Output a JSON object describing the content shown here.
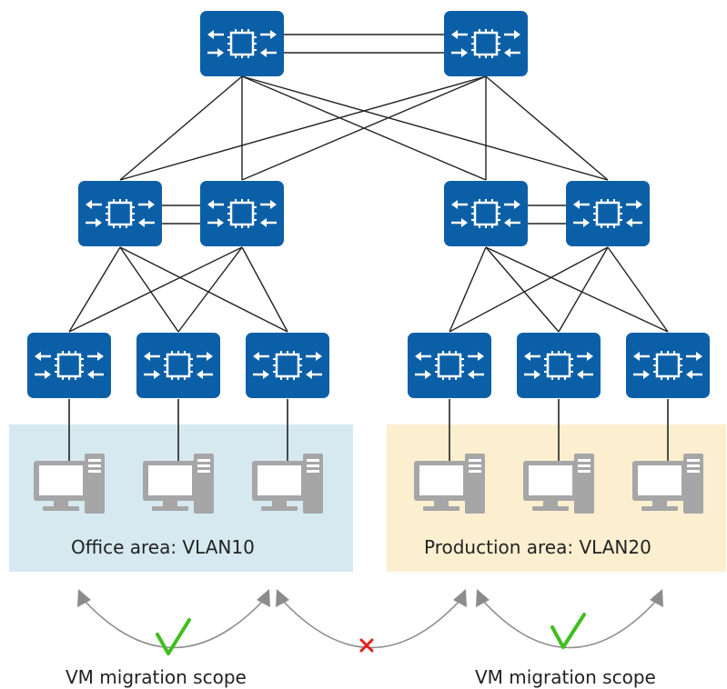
{
  "colors": {
    "switch_fill": "#0b5fa7",
    "switch_icon": "#ffffff",
    "link_line": "#222222",
    "office_zone": "#d6e9f1",
    "production_zone": "#fbefd0",
    "computer": "#a6a6a6",
    "migration_arc": "#8c8c8c",
    "allowed_check": "#3fbf20",
    "blocked_cross": "#e0201b"
  },
  "icons": {
    "switch": "switch-icon",
    "computer": "computer-icon",
    "allowed": "checkmark-icon",
    "blocked": "cross-icon"
  },
  "zones": {
    "office": {
      "label": "Office area: VLAN10"
    },
    "production": {
      "label": "Production area: VLAN20"
    }
  },
  "migration": {
    "left_scope_label": "VM migration scope",
    "right_scope_label": "VM migration scope",
    "left_allowed": true,
    "middle_allowed": false,
    "right_allowed": true
  }
}
